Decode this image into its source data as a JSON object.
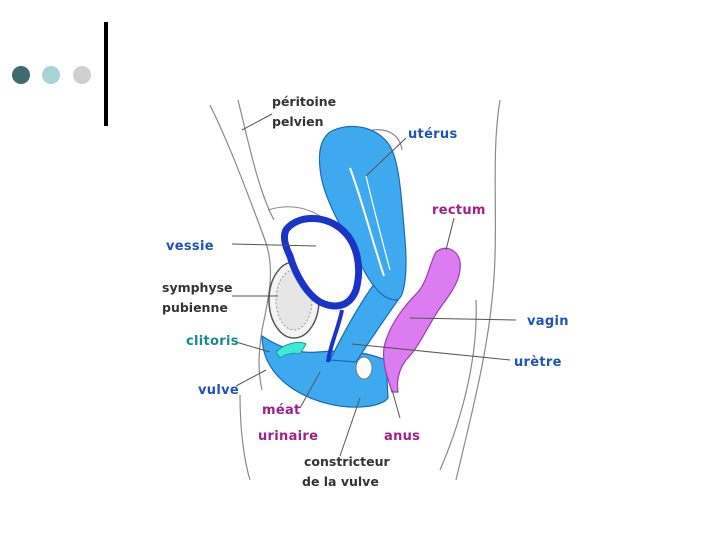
{
  "colors": {
    "dot_1": "#3e6b6e",
    "dot_2": "#a8d4d8",
    "dot_3": "#cfcfcf",
    "title_bar": "#000000",
    "uterus_fill": "#3fa9ef",
    "bladder_wall": "#1c33c9",
    "rectum_fill": "#db7cf0",
    "clitoris_fill": "#3fe8d9",
    "label_blue": "#1f52bd",
    "label_purple": "#a21f86",
    "label_teal": "#128c8e",
    "label_black": "#333333"
  },
  "labels": {
    "peritoine": {
      "line1": "péritoine",
      "line2": "pelvien"
    },
    "uterus": "utérus",
    "rectum": "rectum",
    "vessie": "vessie",
    "symphyse": {
      "line1": "symphyse",
      "line2": "pubienne"
    },
    "vagin": "vagin",
    "clitoris": "clitoris",
    "uretre": "urètre",
    "vulve": "vulve",
    "meat": {
      "line1": "méat",
      "line2": "urinaire"
    },
    "anus": "anus",
    "constricteur": {
      "line1": "constricteur",
      "line2": "de la vulve"
    }
  }
}
